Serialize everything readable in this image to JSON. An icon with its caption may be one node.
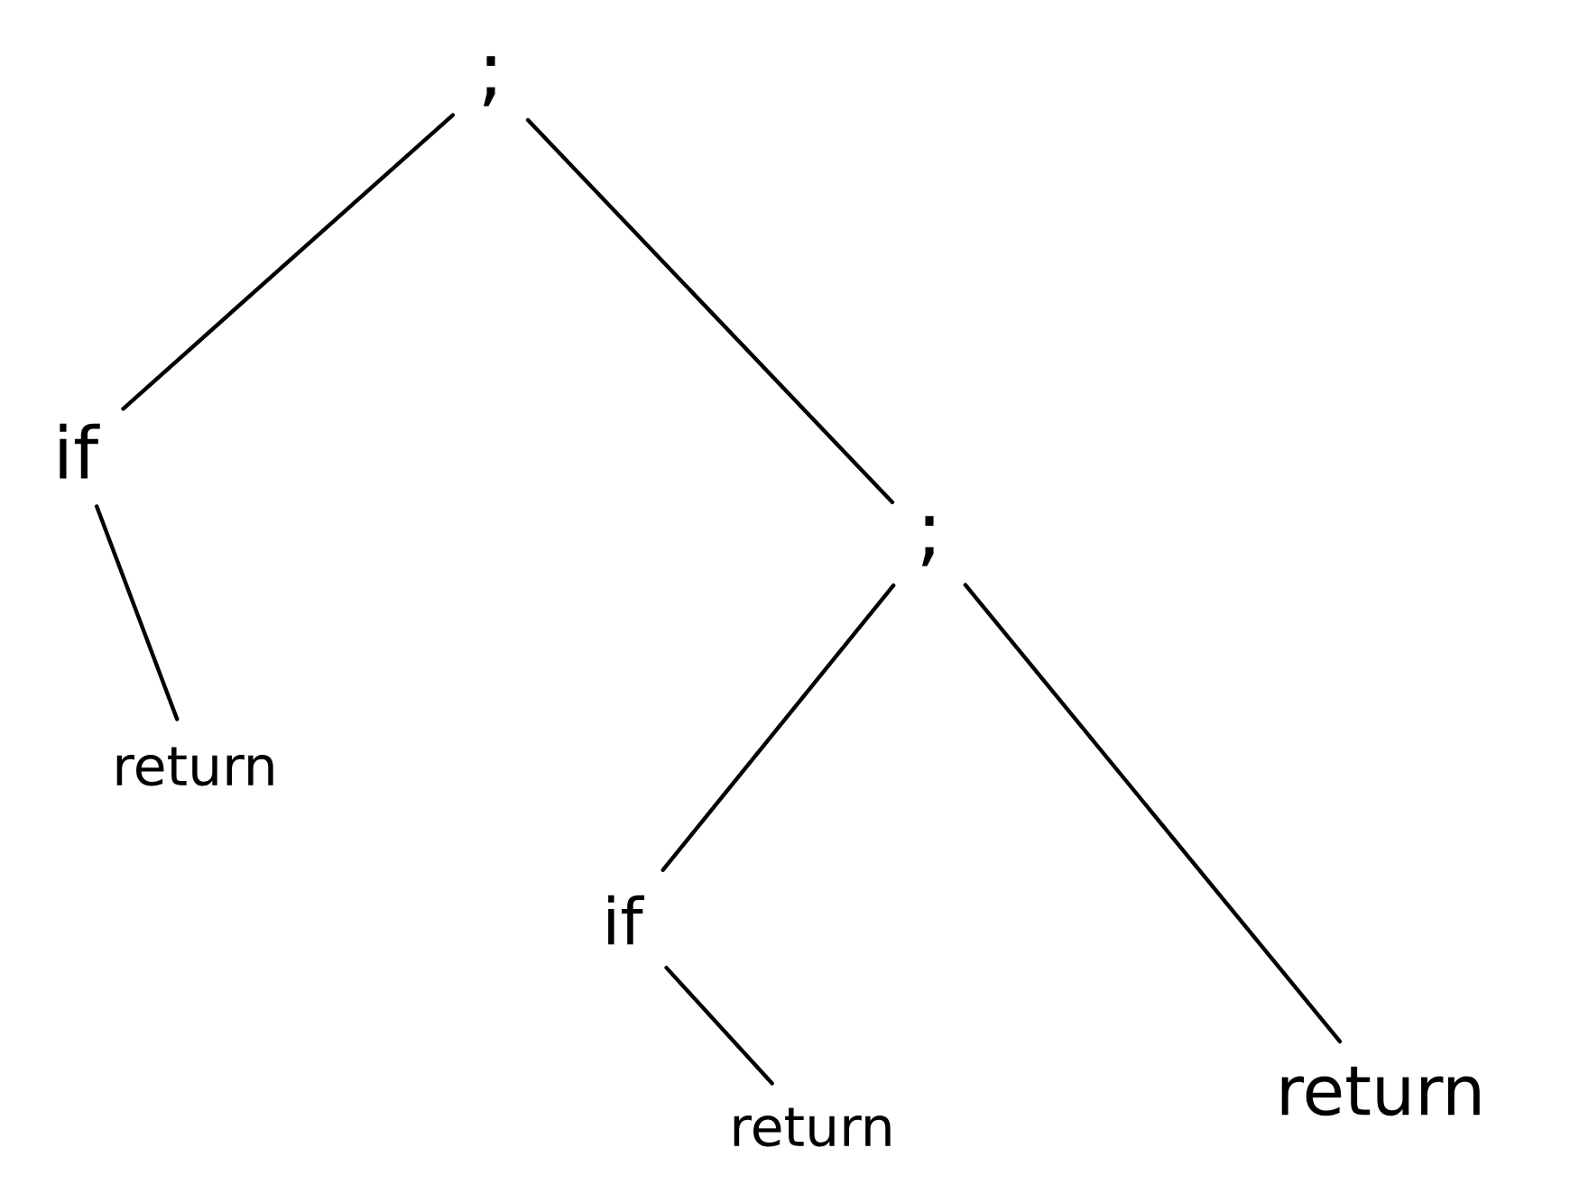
{
  "diagram": {
    "nodes": [
      {
        "text": [
          ";"
        ]
      },
      {
        "text": [
          "if"
        ]
      },
      {
        "text": [
          "return"
        ]
      },
      {
        "text": [
          ";"
        ]
      },
      {
        "text": [
          "if"
        ]
      },
      {
        "text": [
          "return"
        ]
      },
      {
        "text": [
          "return"
        ]
      }
    ],
    "edges": [
      {
        "from": 0,
        "to": 1,
        "arrow": "none"
      },
      {
        "from": 0,
        "to": 3,
        "arrow": "none"
      },
      {
        "from": 1,
        "to": 2,
        "arrow": "none"
      },
      {
        "from": 3,
        "to": 4,
        "arrow": "none"
      },
      {
        "from": 3,
        "to": 6,
        "arrow": "none"
      },
      {
        "from": 4,
        "to": 5,
        "arrow": "none"
      }
    ]
  }
}
